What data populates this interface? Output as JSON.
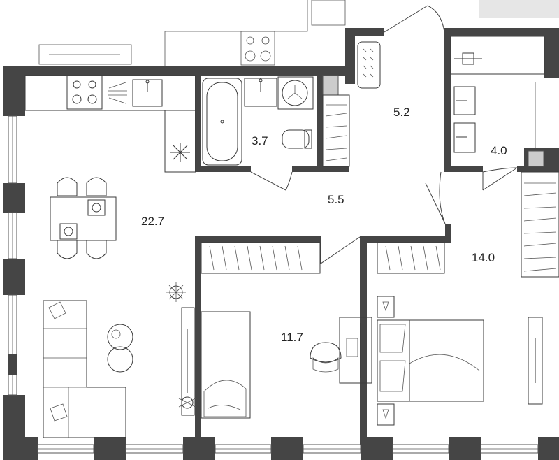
{
  "colors": {
    "wall": "#454545",
    "line": "#3a3a3a",
    "background": "#ffffff",
    "corner_block": "#e6e6e6"
  },
  "rooms": {
    "living_kitchen": {
      "area": "22.7"
    },
    "bathroom": {
      "area": "3.7"
    },
    "hall_upper": {
      "area": "5.2"
    },
    "corridor": {
      "area": "5.5"
    },
    "wc": {
      "area": "4.0"
    },
    "bedroom_small": {
      "area": "11.7"
    },
    "bedroom_master": {
      "area": "14.0"
    }
  },
  "icons": [
    "snowflake-icon",
    "plant-icon",
    "sink-icon",
    "stove-icon",
    "bathtub-icon",
    "toilet-icon",
    "washing-machine-icon",
    "bed-icon",
    "sofa-icon",
    "chair-icon",
    "door-icon",
    "window-icon"
  ]
}
